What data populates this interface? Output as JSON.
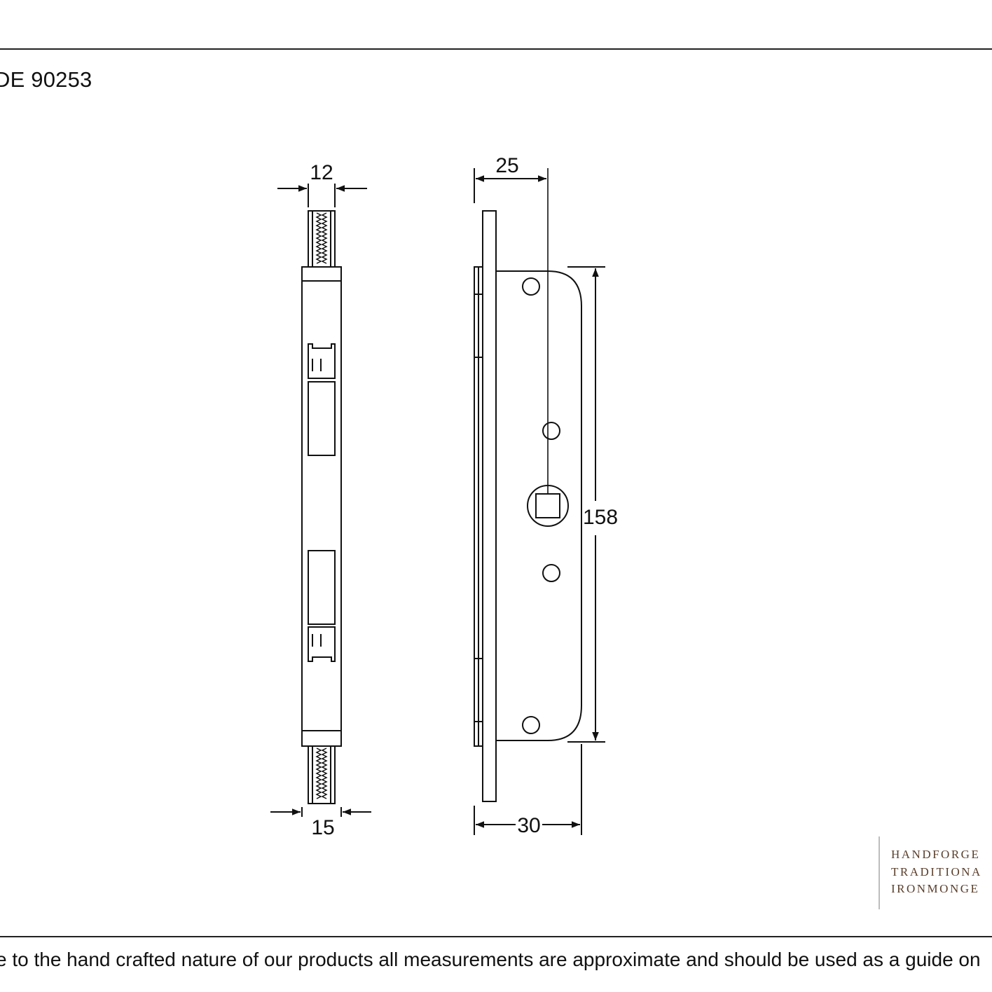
{
  "header": {
    "code_text": "DE 90253"
  },
  "dimensions": {
    "forend_width": "12",
    "case_width": "15",
    "backset": "25",
    "case_depth": "30",
    "case_height": "158"
  },
  "brand": {
    "line1": "HANDFORGE",
    "line2": "TRADITIONA",
    "line3": "IRONMONGE"
  },
  "footer": {
    "disclaimer": "e to the hand crafted nature of our products all measurements are approximate and should be used as a guide on"
  },
  "colors": {
    "line": "#111111",
    "brand": "#5a3e2b"
  }
}
